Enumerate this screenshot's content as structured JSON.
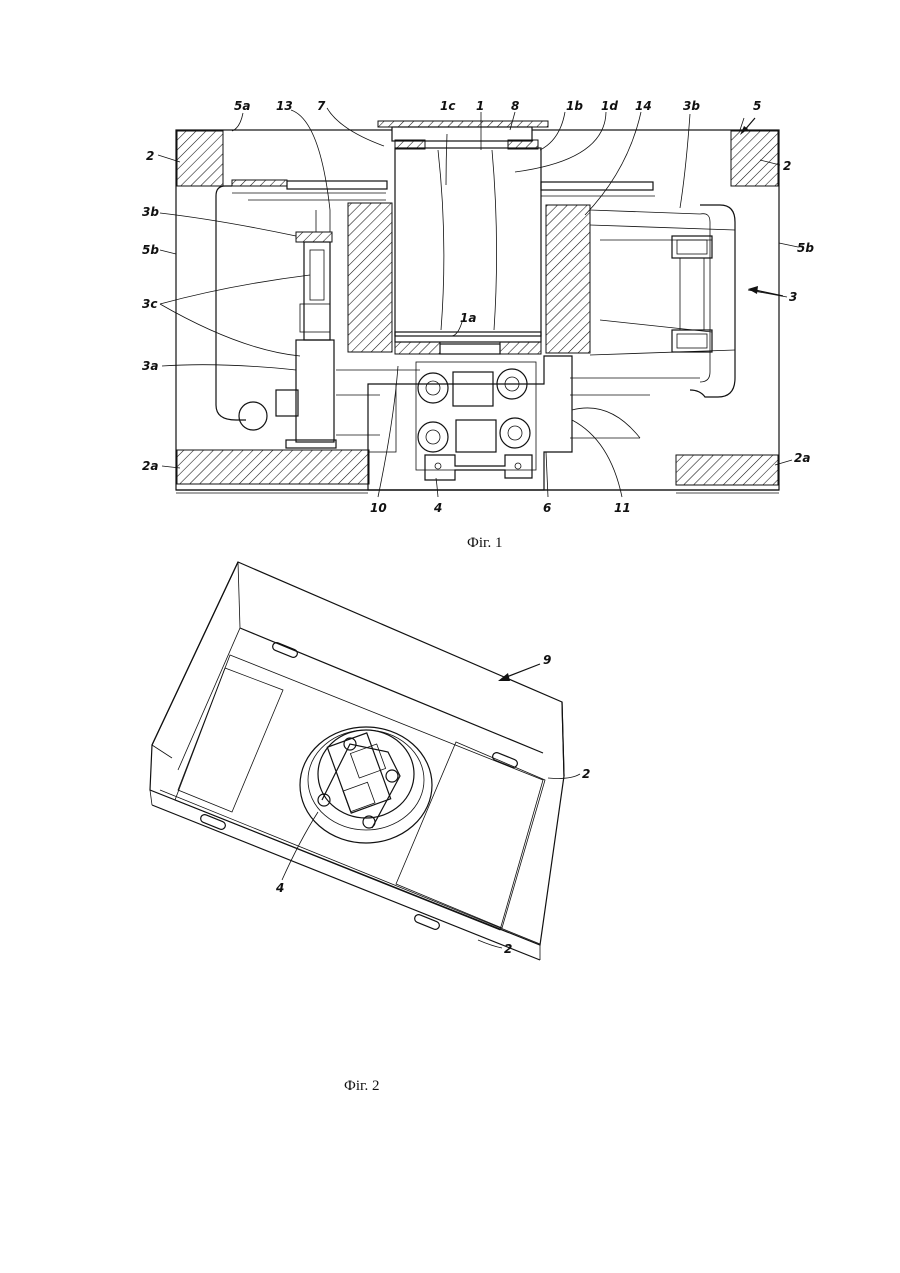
{
  "figures": [
    {
      "caption": "Фіг. 1",
      "labels": [
        "5a",
        "13",
        "7",
        "1c",
        "1",
        "8",
        "1b",
        "1d",
        "14",
        "3b",
        "5",
        "2",
        "2",
        "3b",
        "5b",
        "5b",
        "3c",
        "3",
        "1a",
        "3a",
        "2a",
        "2a",
        "10",
        "4",
        "6",
        "11"
      ]
    },
    {
      "caption": "Фіг. 2",
      "labels": [
        "9",
        "2",
        "4",
        "2"
      ]
    }
  ]
}
